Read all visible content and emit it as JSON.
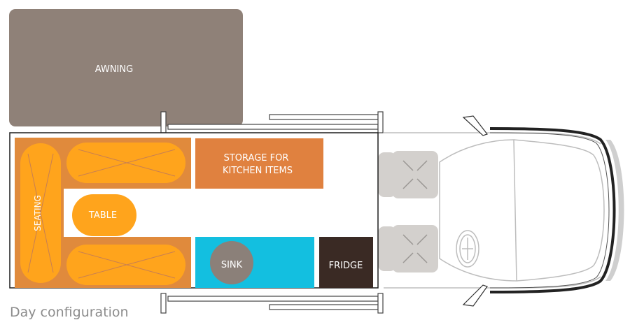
{
  "labels": {
    "awning": "AWNING",
    "storage_line1": "STORAGE FOR",
    "storage_line2": "KITCHEN ITEMS",
    "seating": "SEATING",
    "table": "TABLE",
    "sink": "SINK",
    "fridge": "FRIDGE"
  },
  "caption": "Day configuration",
  "colors": {
    "awning": "#8f8178",
    "bench": "#e08a3c",
    "cushion": "#ffa41c",
    "cushion_line": "#c87f52",
    "storage": "#e0813f",
    "kitchen": "#13bfe0",
    "sink": "#8b8079",
    "fridge": "#3a2a24",
    "cab_seat": "#d3d0cd",
    "outline": "#1f1f1f",
    "cab_line": "#bdbdbd"
  }
}
